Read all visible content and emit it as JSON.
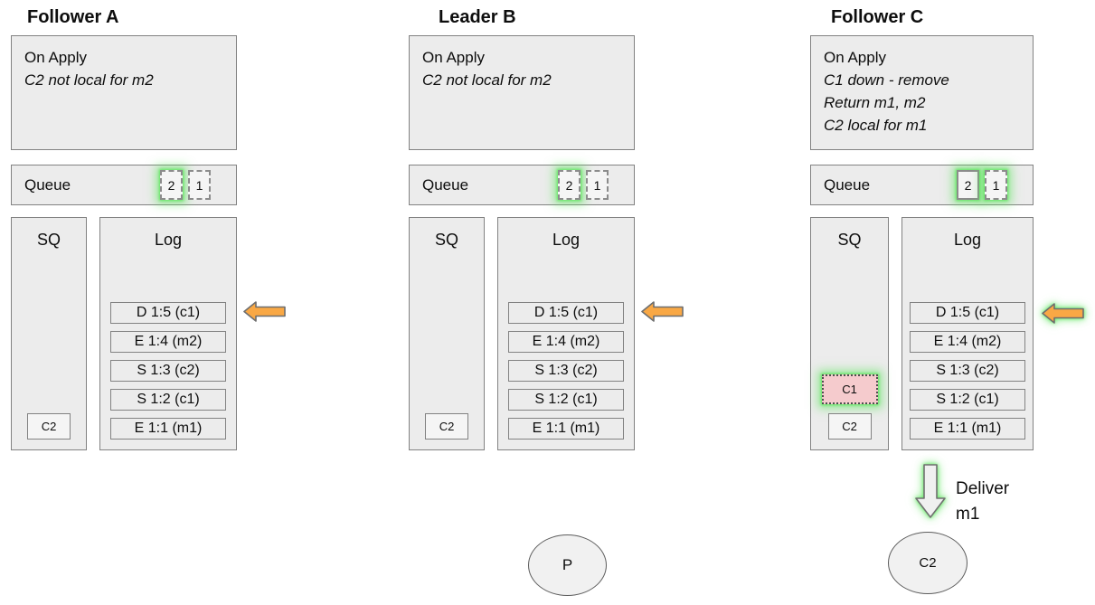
{
  "colors": {
    "box_fill": "#ECECEC",
    "slot_fill": "#F5F5F5",
    "arrow_orange": "#F9A845",
    "glow_green": "#5CE65C",
    "removed_pink": "#F5CBCD",
    "border_gray": "#828282"
  },
  "icons": {
    "log_pointer": "left-arrow-icon",
    "deliver": "down-arrow-icon"
  },
  "columns": [
    {
      "title": "Follower A",
      "on_apply": {
        "heading": "On Apply",
        "notes": [
          "C2 not local for m2"
        ]
      },
      "queue": {
        "label": "Queue",
        "slots": [
          {
            "value": "2",
            "style": "dashed",
            "glow": true
          },
          {
            "value": "1",
            "style": "dashed",
            "glow": false
          }
        ]
      },
      "sq": {
        "label": "SQ",
        "items": [
          {
            "value": "C2",
            "state": "normal",
            "glow": false
          }
        ]
      },
      "log": {
        "label": "Log",
        "entries": [
          "D 1:5 (c1)",
          "E 1:4 (m2)",
          "S 1:3 (c2)",
          "S 1:2 (c1)",
          "E 1:1 (m1)"
        ]
      },
      "log_pointer": {
        "glow": false
      }
    },
    {
      "title": "Leader B",
      "on_apply": {
        "heading": "On Apply",
        "notes": [
          "C2 not local for m2"
        ]
      },
      "queue": {
        "label": "Queue",
        "slots": [
          {
            "value": "2",
            "style": "dashed",
            "glow": true
          },
          {
            "value": "1",
            "style": "dashed",
            "glow": false
          }
        ]
      },
      "sq": {
        "label": "SQ",
        "items": [
          {
            "value": "C2",
            "state": "normal",
            "glow": false
          }
        ]
      },
      "log": {
        "label": "Log",
        "entries": [
          "D 1:5 (c1)",
          "E 1:4 (m2)",
          "S 1:3 (c2)",
          "S 1:2 (c1)",
          "E 1:1 (m1)"
        ]
      },
      "log_pointer": {
        "glow": false
      },
      "actor": {
        "label": "P"
      }
    },
    {
      "title": "Follower C",
      "on_apply": {
        "heading": "On Apply",
        "notes": [
          "C1 down - remove",
          "Return m1, m2",
          "C2 local for m1"
        ]
      },
      "queue": {
        "label": "Queue",
        "slots": [
          {
            "value": "2",
            "style": "solid",
            "glow": true
          },
          {
            "value": "1",
            "style": "dashed",
            "glow": true
          }
        ]
      },
      "sq": {
        "label": "SQ",
        "items": [
          {
            "value": "C1",
            "state": "removed",
            "glow": true
          },
          {
            "value": "C2",
            "state": "normal",
            "glow": false
          }
        ]
      },
      "log": {
        "label": "Log",
        "entries": [
          "D 1:5 (c1)",
          "E 1:4 (m2)",
          "S 1:3 (c2)",
          "S 1:2 (c1)",
          "E 1:1 (m1)"
        ]
      },
      "log_pointer": {
        "glow": true
      },
      "deliver": {
        "lines": [
          "Deliver",
          "m1"
        ]
      },
      "actor": {
        "label": "C2"
      }
    }
  ]
}
